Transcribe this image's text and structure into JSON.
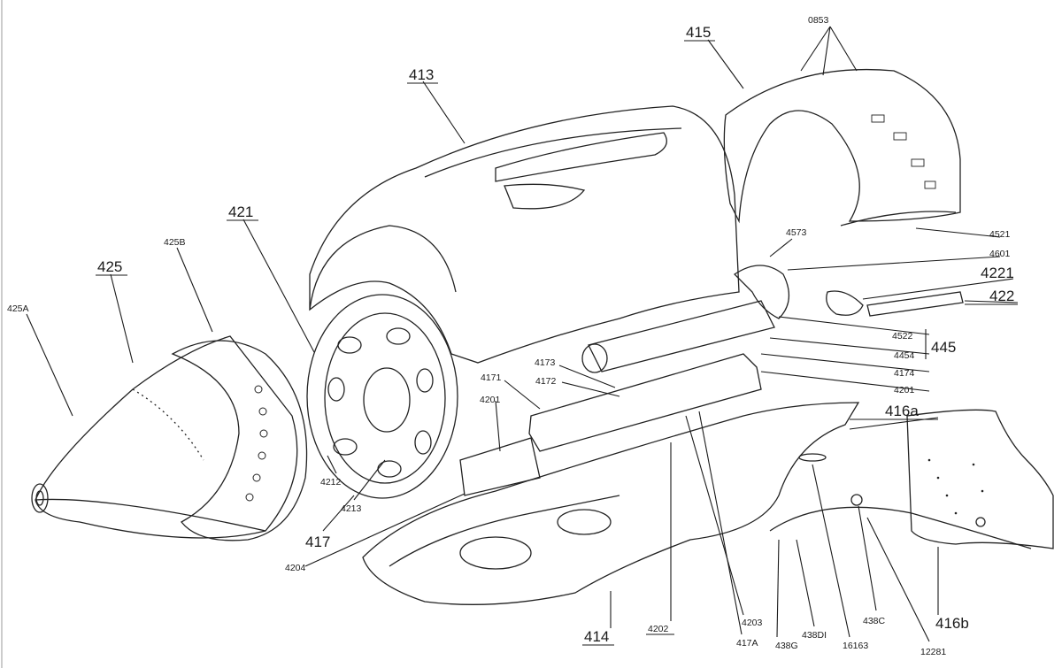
{
  "labels": {
    "l413": "413",
    "l415": "415",
    "l0853": "0853",
    "l421": "421",
    "l425": "425",
    "l425b": "425B",
    "l425a": "425A",
    "l4573": "4573",
    "l4521": "4521",
    "l4601": "4601",
    "l4221": "4221",
    "l422": "422",
    "l4522": "4522",
    "l445": "445",
    "l4454": "4454",
    "l4174": "4174",
    "l4201a": "4201",
    "l4173": "4173",
    "l4172": "4172",
    "l4171": "4171",
    "l4201b": "4201",
    "l416a": "416a",
    "l4212": "4212",
    "l4213": "4213",
    "l417": "417",
    "l4204": "4204",
    "l414": "414",
    "l4202": "4202",
    "l4203": "4203",
    "l417a": "417A",
    "l438g": "438G",
    "l438d": "438DI",
    "l16163": "16163",
    "l438c": "438C",
    "l12281": "12281",
    "l416b": "416b"
  },
  "colors": {
    "ink": "#1a1a1a",
    "paper": "#ffffff",
    "shade": "#555555"
  }
}
